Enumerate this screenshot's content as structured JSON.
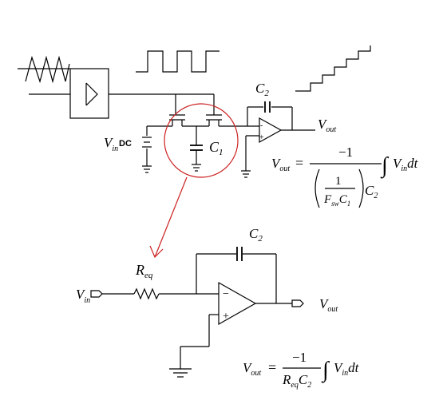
{
  "top_circuit": {
    "capacitor_feedback": {
      "letter": "C",
      "subscript": "2"
    },
    "capacitor_switched": {
      "letter": "C",
      "subscript": "1"
    },
    "input_source": {
      "v": "V",
      "sub": "in",
      "dc": "DC"
    },
    "output": {
      "v": "V",
      "sub": "out"
    },
    "opamp_minus": "-",
    "opamp_plus": "+"
  },
  "top_equation": {
    "lhs_v": "V",
    "lhs_sub": "out",
    "equals": "=",
    "numerator": "−1",
    "inner_numerator": "1",
    "inner_den_f": "F",
    "inner_den_f_sub": "sw",
    "inner_den_c": "C",
    "inner_den_c_sub": "1",
    "outer_c": "C",
    "outer_c_sub": "2",
    "integral": "∫",
    "integrand_v": "V",
    "integrand_sub": "in",
    "dt": "dt"
  },
  "bottom_circuit": {
    "resistor": {
      "letter": "R",
      "subscript": "eq"
    },
    "capacitor": {
      "letter": "C",
      "subscript": "2"
    },
    "input": {
      "v": "V",
      "sub": "in"
    },
    "output": {
      "v": "V",
      "sub": "out"
    },
    "opamp_minus": "−",
    "opamp_plus": "+"
  },
  "bottom_equation": {
    "lhs_v": "V",
    "lhs_sub": "out",
    "equals": "=",
    "numerator": "−1",
    "den_r": "R",
    "den_r_sub": "eq",
    "den_c": "C",
    "den_c_sub": "2",
    "integral": "∫",
    "integrand_v": "V",
    "integrand_sub": "in",
    "dt": "dt"
  },
  "colors": {
    "ink": "#000000",
    "highlight": "#cc1f1f"
  }
}
